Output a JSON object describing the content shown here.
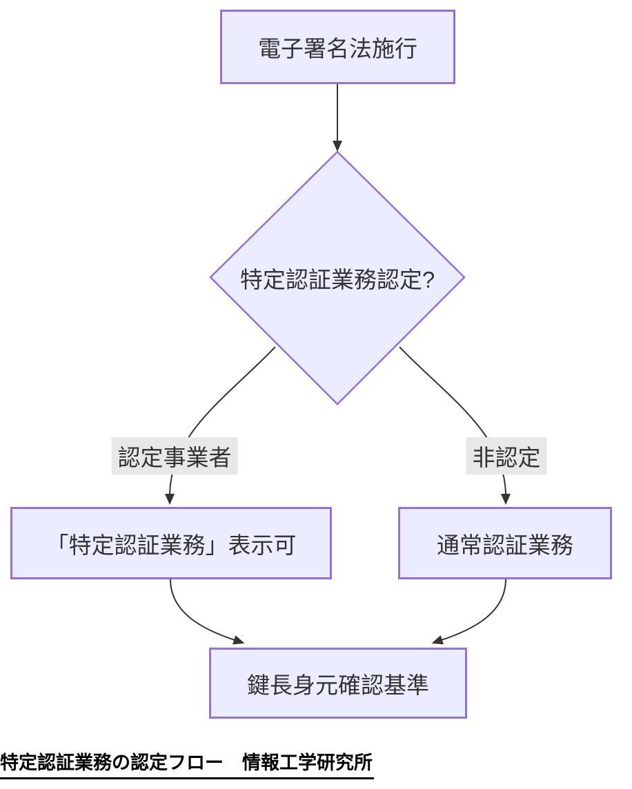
{
  "diagram": {
    "nodes": {
      "start": {
        "label": "電子署名法施行"
      },
      "decision": {
        "label": "特定認証業務認定?"
      },
      "accredited_result": {
        "label": "「特定認証業務」表示可"
      },
      "normal_result": {
        "label": "通常認証業務"
      },
      "standards": {
        "label": "鍵長身元確認基準"
      }
    },
    "edge_labels": {
      "accredited": "認定事業者",
      "not_accredited": "非認定"
    },
    "colors": {
      "node_fill": "#ECECFF",
      "node_border": "#9370DB",
      "line": "#333333",
      "edge_label_bg": "#E8E8E8",
      "node_text": "#333333",
      "caption_text": "#000000"
    }
  },
  "caption": {
    "text": "特定認証業務の認定フロー　情報工学研究所"
  }
}
